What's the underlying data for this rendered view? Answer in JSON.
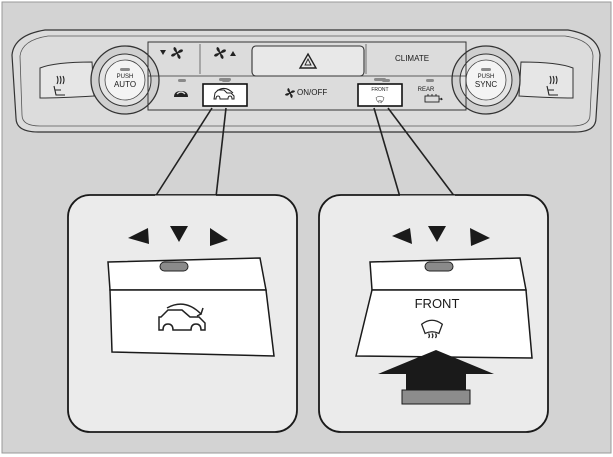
{
  "panel": {
    "left_knob": {
      "push": "PUSH",
      "mode": "AUTO"
    },
    "right_knob": {
      "push": "PUSH",
      "mode": "SYNC"
    },
    "onoff_label": "ON/OFF",
    "climate_label": "CLIMATE",
    "front_label": "FRONT",
    "rear_label": "REAR"
  },
  "callouts": {
    "right": {
      "front_label": "FRONT"
    }
  },
  "colors": {
    "background": "#d3d3d3",
    "panel": "#dcdcdc",
    "callout_box": "#ebebeb",
    "indicator": "#8a8a8a",
    "arrow": "#1a1a1a",
    "arrow_base": "#8c8c8c"
  },
  "icons": [
    "seat-heater-icon",
    "fan-speed-icon",
    "recirculation-icon",
    "hazard-icon",
    "front-defrost-icon",
    "rear-defrost-icon",
    "fan-icon",
    "car-fresh-air-icon",
    "indicator-light-rays-icon",
    "push-arrow-icon"
  ]
}
